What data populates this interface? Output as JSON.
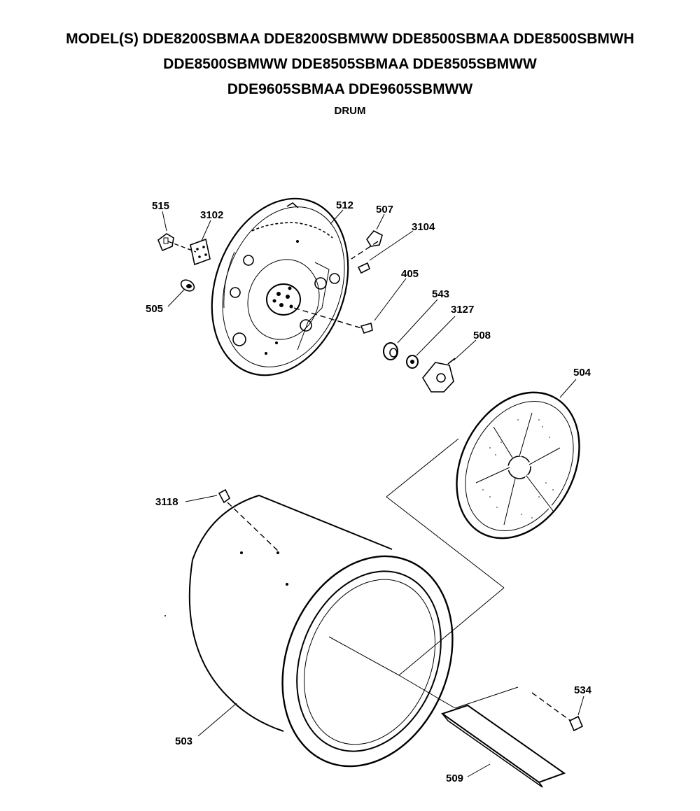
{
  "header": {
    "model_lines": [
      "MODEL(S) DDE8200SBMAA  DDE8200SBMWW  DDE8500SBMAA  DDE8500SBMWH",
      "DDE8500SBMWW  DDE8505SBMAA  DDE8505SBMWW",
      "DDE9605SBMAA  DDE9605SBMWW"
    ],
    "subtitle": "DRUM"
  },
  "parts": {
    "p515": "515",
    "p3102": "3102",
    "p512": "512",
    "p507": "507",
    "p3104": "3104",
    "p405": "405",
    "p505": "505",
    "p543": "543",
    "p3127": "3127",
    "p508": "508",
    "p504": "504",
    "p3118": "3118",
    "p503": "503",
    "p534": "534",
    "p509": "509"
  }
}
